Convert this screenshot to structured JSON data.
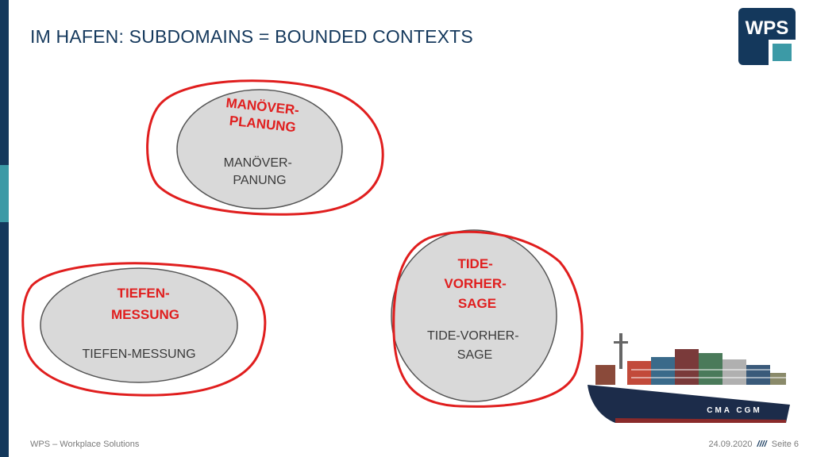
{
  "slide": {
    "title": "IM HAFEN: SUBDOMAINS = BOUNDED CONTEXTS"
  },
  "logo": {
    "text": "WPS"
  },
  "diagram": {
    "contexts": [
      {
        "bounded_context": [
          "MANÖVER-",
          "PLANUNG"
        ],
        "subdomain": [
          "MANÖVER-",
          "PANUNG"
        ]
      },
      {
        "bounded_context": [
          "TIEFEN-",
          "MESSUNG"
        ],
        "subdomain": [
          "TIEFEN-MESSUNG"
        ]
      },
      {
        "bounded_context": [
          "TIDE-",
          "VORHER-",
          "SAGE"
        ],
        "subdomain": [
          "TIDE-VORHER-",
          "SAGE"
        ]
      }
    ]
  },
  "footer": {
    "company": "WPS – Workplace Solutions",
    "date": "24.09.2020",
    "separator": "////",
    "page": "Seite 6"
  },
  "ship_text": "CMA CGM",
  "colors": {
    "navy": "#14385c",
    "teal": "#3c9aa6",
    "context_red": "#e01e1e",
    "subdomain_fill": "#d9d9d9"
  }
}
